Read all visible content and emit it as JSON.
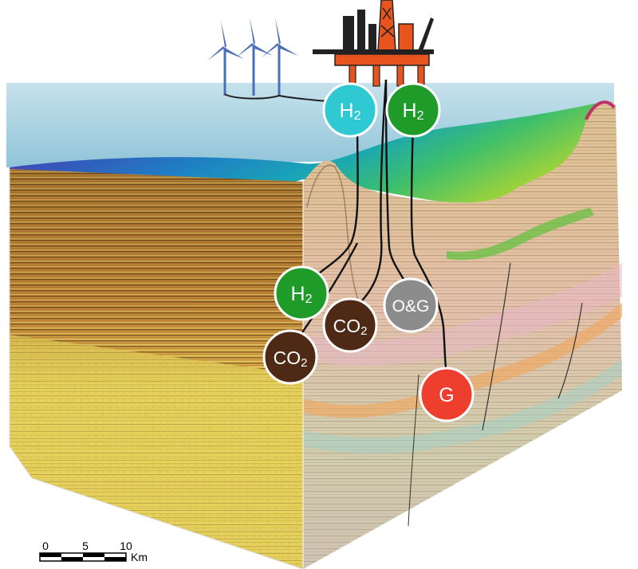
{
  "colors": {
    "hydrogen_cyan": "#2ec9d3",
    "hydrogen_green": "#1e9b28",
    "co2_brown": "#4e2a16",
    "oil_gas_grey": "#8c8c8c",
    "geothermal_red": "#ee3f2e",
    "platform_orange": "#e8541d",
    "sea_surface": "#a9cfe0"
  },
  "markers": {
    "h2_platform_cyan": {
      "prefix": "H",
      "sub": "2",
      "icon": "hydrogen-symbol"
    },
    "h2_platform_green": {
      "prefix": "H",
      "sub": "2",
      "icon": "hydrogen-symbol"
    },
    "h2_storage": {
      "prefix": "H",
      "sub": "2",
      "icon": "hydrogen-symbol"
    },
    "co2_storage_upper": {
      "prefix": "CO",
      "sub": "2",
      "icon": "carbon-dioxide-symbol"
    },
    "co2_storage_lower": {
      "prefix": "CO",
      "sub": "2",
      "icon": "carbon-dioxide-symbol"
    },
    "oil_gas": {
      "label": "O&G"
    },
    "geothermal": {
      "label": "G"
    }
  },
  "scale_bar": {
    "ticks": [
      "0",
      "5",
      "10"
    ],
    "unit": "Km"
  },
  "icons": [
    "wind-turbine-icon",
    "offshore-platform-icon"
  ]
}
